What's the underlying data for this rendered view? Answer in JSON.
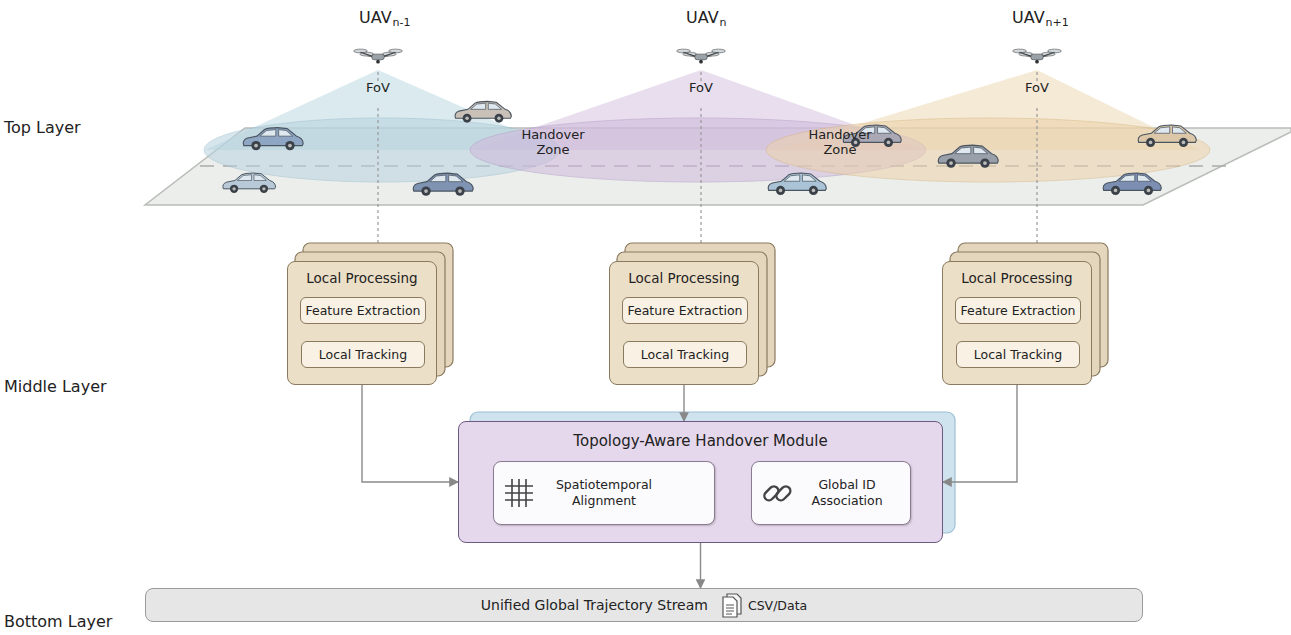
{
  "diagram": {
    "nodes": [
      {
        "text": [
          "Local Processing"
        ]
      },
      {
        "text": [
          "Feature Extraction"
        ],
        "in": 0
      },
      {
        "text": [
          "Local Tracking"
        ],
        "in": 0
      },
      {
        "text": [
          "Local Processing"
        ]
      },
      {
        "text": [
          "Feature Extraction"
        ],
        "in": 3
      },
      {
        "text": [
          "Local Tracking"
        ],
        "in": 3
      },
      {
        "text": [
          "Local Processing"
        ]
      },
      {
        "text": [
          "Feature Extraction"
        ],
        "in": 6
      },
      {
        "text": [
          "Local Tracking"
        ],
        "in": 6
      },
      {
        "text": [
          "Topology-Aware Handover Module"
        ]
      },
      {
        "text": [
          "Spatiotemporal Alignment"
        ],
        "in": 9
      },
      {
        "text": [
          "Global ID Association"
        ],
        "in": 9
      },
      {
        "text": [
          "Unified Global Trajectory Stream",
          "CSV/Data"
        ]
      }
    ],
    "edges": [
      {
        "from": 1,
        "to": 2,
        "arrow": "to"
      },
      {
        "from": 4,
        "to": 5,
        "arrow": "to"
      },
      {
        "from": 7,
        "to": 8,
        "arrow": "to"
      },
      {
        "from": 10,
        "to": 11,
        "arrow": "to"
      },
      {
        "from": 0,
        "to": 9,
        "arrow": "to"
      },
      {
        "from": 3,
        "to": 9,
        "arrow": "to"
      },
      {
        "from": 6,
        "to": 9,
        "arrow": "to"
      },
      {
        "from": 9,
        "to": 12,
        "arrow": "to"
      }
    ],
    "labels": [
      "Top Layer",
      "Middle Layer",
      "Bottom Layer",
      "UAV",
      "n-1",
      "FoV",
      "UAV",
      "n",
      "FoV",
      "UAV",
      "n+1",
      "FoV",
      "Handover Zone",
      "Handover Zone"
    ]
  }
}
